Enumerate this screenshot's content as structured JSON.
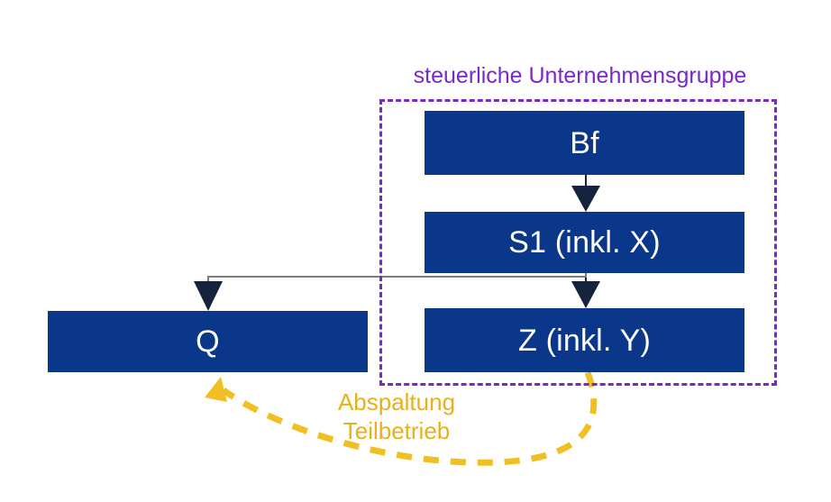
{
  "diagram": {
    "title_group": "steuerliche Unternehmensgruppe",
    "background_color": "#ffffff",
    "colors": {
      "box_fill": "#0a3789",
      "box_text": "#ffffff",
      "group_border": "#7b29c6",
      "group_title": "#7b29c6",
      "arrow_dark": "#16233c",
      "connector_line": "#7b7b7b",
      "split_arrow": "#f0bf22",
      "split_label": "#e8b01e"
    },
    "nodes": [
      {
        "id": "bf",
        "label": "Bf"
      },
      {
        "id": "s1",
        "label": "S1 (inkl. X)"
      },
      {
        "id": "q",
        "label": "Q"
      },
      {
        "id": "z",
        "label": "Z (inkl. Y)"
      }
    ],
    "edges": [
      {
        "id": "bf-to-s1",
        "from": "Bf",
        "to": "S1 (inkl. X)",
        "style": "solid-arrow"
      },
      {
        "id": "s1-to-z",
        "from": "S1 (inkl. X)",
        "to": "Z (inkl. Y)",
        "style": "solid-arrow"
      },
      {
        "id": "s1-to-q",
        "from": "S1 (inkl. X)",
        "to": "Q",
        "style": "solid-arrow-elbow"
      },
      {
        "id": "z-to-q",
        "from": "Z (inkl. Y)",
        "to": "Q",
        "style": "dashed-curved-arrow"
      }
    ],
    "annotations": {
      "split_line1": "Abspaltung",
      "split_line2": "Teilbetrieb"
    }
  }
}
